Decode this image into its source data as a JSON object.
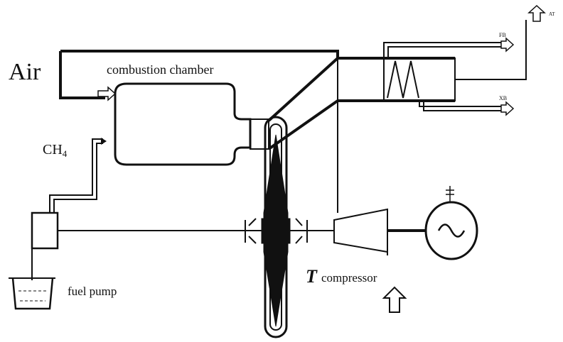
{
  "labels": {
    "air": "Air",
    "combustion_chamber": "combustion chamber",
    "ch4": "CH",
    "ch4_subscript": "4",
    "fuel_pump": "fuel pump",
    "compressor": "compressor",
    "turbine_symbol": "T",
    "exhaust_top": "AT",
    "outlet_upper": "FB",
    "outlet_lower": "XB"
  },
  "icons": {
    "generator": "ac-generator-icon",
    "inlet_arrow": "up-arrow-icon",
    "fuel_tank": "fuel-tank-icon"
  },
  "colors": {
    "ink": "#111111",
    "background": "#ffffff"
  }
}
